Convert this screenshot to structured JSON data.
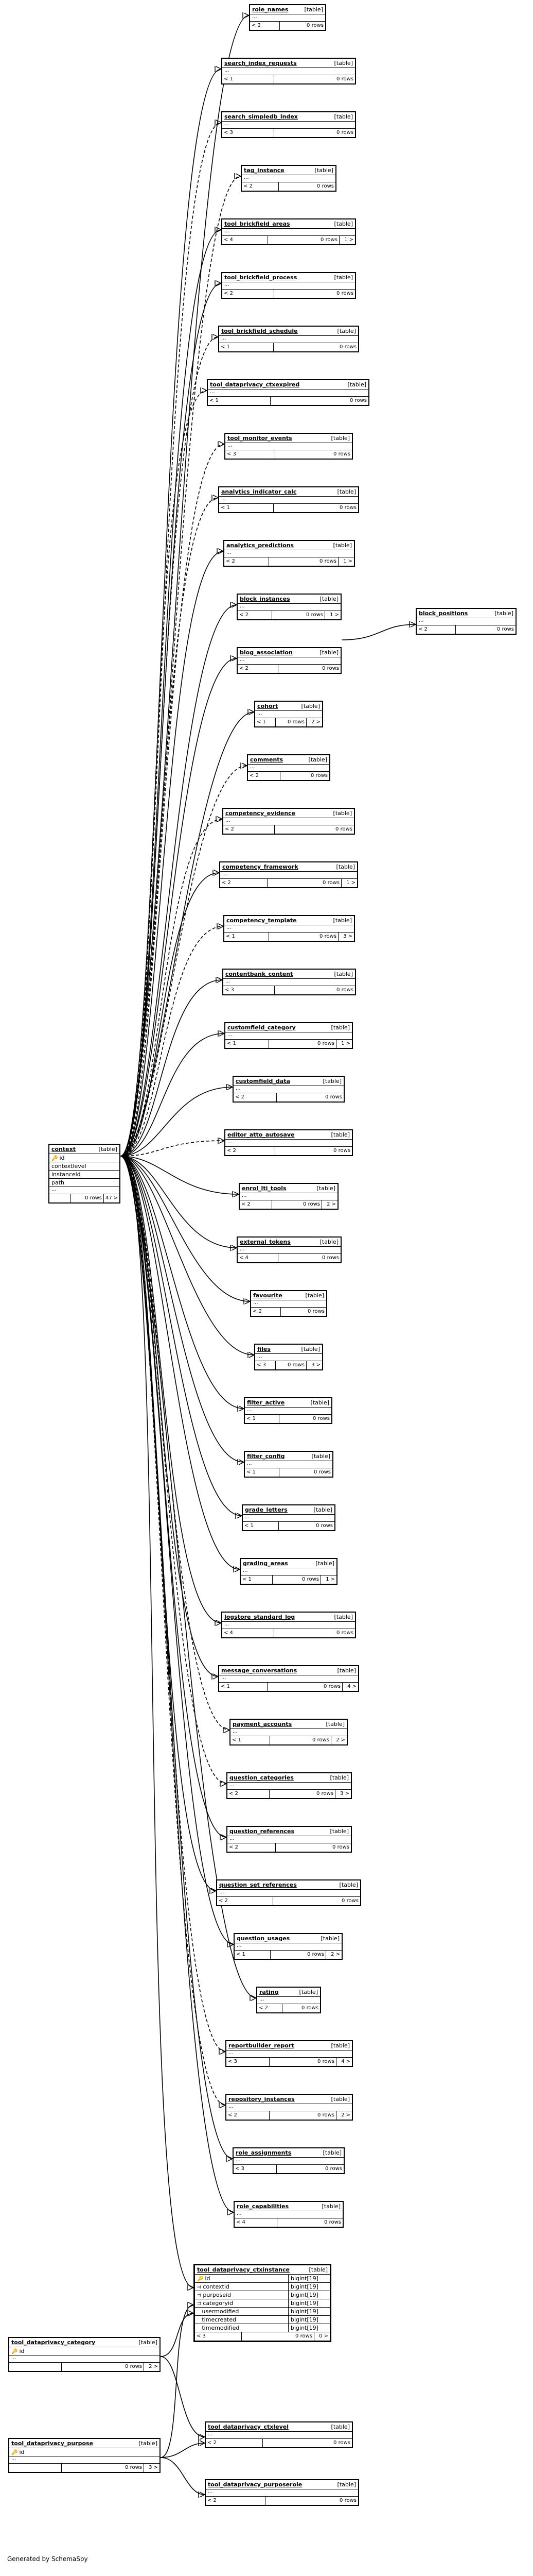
{
  "footer_text": "Generated by SchemaSpy",
  "type_label": "[table]",
  "ellipsis": "...",
  "tables": [
    {
      "name": "role_names",
      "parents": "< 2",
      "rows": "0 rows",
      "children": ""
    },
    {
      "name": "search_index_requests",
      "parents": "< 1",
      "rows": "0 rows",
      "children": ""
    },
    {
      "name": "search_simpledb_index",
      "parents": "< 3",
      "rows": "0 rows",
      "children": ""
    },
    {
      "name": "tag_instance",
      "parents": "< 2",
      "rows": "0 rows",
      "children": ""
    },
    {
      "name": "tool_brickfield_areas",
      "parents": "< 4",
      "rows": "0 rows",
      "children": "1 >"
    },
    {
      "name": "tool_brickfield_process",
      "parents": "< 2",
      "rows": "0 rows",
      "children": ""
    },
    {
      "name": "tool_brickfield_schedule",
      "parents": "< 1",
      "rows": "0 rows",
      "children": ""
    },
    {
      "name": "tool_dataprivacy_ctxexpired",
      "parents": "< 1",
      "rows": "0 rows",
      "children": ""
    },
    {
      "name": "tool_monitor_events",
      "parents": "< 3",
      "rows": "0 rows",
      "children": ""
    },
    {
      "name": "analytics_indicator_calc",
      "parents": "< 1",
      "rows": "0 rows",
      "children": ""
    },
    {
      "name": "analytics_predictions",
      "parents": "< 2",
      "rows": "0 rows",
      "children": "1 >"
    },
    {
      "name": "block_instances",
      "parents": "< 2",
      "rows": "0 rows",
      "children": "1 >"
    },
    {
      "name": "blog_association",
      "parents": "< 2",
      "rows": "0 rows",
      "children": ""
    },
    {
      "name": "cohort",
      "parents": "< 1",
      "rows": "0 rows",
      "children": "2 >"
    },
    {
      "name": "comments",
      "parents": "< 2",
      "rows": "0 rows",
      "children": ""
    },
    {
      "name": "competency_evidence",
      "parents": "< 2",
      "rows": "0 rows",
      "children": ""
    },
    {
      "name": "competency_framework",
      "parents": "< 2",
      "rows": "0 rows",
      "children": "1 >"
    },
    {
      "name": "competency_template",
      "parents": "< 1",
      "rows": "0 rows",
      "children": "3 >"
    },
    {
      "name": "contentbank_content",
      "parents": "< 3",
      "rows": "0 rows",
      "children": ""
    },
    {
      "name": "customfield_category",
      "parents": "< 1",
      "rows": "0 rows",
      "children": "1 >"
    },
    {
      "name": "customfield_data",
      "parents": "< 2",
      "rows": "0 rows",
      "children": ""
    },
    {
      "name": "editor_atto_autosave",
      "parents": "< 2",
      "rows": "0 rows",
      "children": ""
    },
    {
      "name": "enrol_lti_tools",
      "parents": "< 2",
      "rows": "0 rows",
      "children": "2 >"
    },
    {
      "name": "external_tokens",
      "parents": "< 4",
      "rows": "0 rows",
      "children": ""
    },
    {
      "name": "favourite",
      "parents": "< 2",
      "rows": "0 rows",
      "children": ""
    },
    {
      "name": "files",
      "parents": "< 3",
      "rows": "0 rows",
      "children": "3 >"
    },
    {
      "name": "filter_active",
      "parents": "< 1",
      "rows": "0 rows",
      "children": ""
    },
    {
      "name": "filter_config",
      "parents": "< 1",
      "rows": "0 rows",
      "children": ""
    },
    {
      "name": "grade_letters",
      "parents": "< 1",
      "rows": "0 rows",
      "children": ""
    },
    {
      "name": "grading_areas",
      "parents": "< 1",
      "rows": "0 rows",
      "children": "1 >"
    },
    {
      "name": "logstore_standard_log",
      "parents": "< 4",
      "rows": "0 rows",
      "children": ""
    },
    {
      "name": "message_conversations",
      "parents": "< 1",
      "rows": "0 rows",
      "children": "4 >"
    },
    {
      "name": "payment_accounts",
      "parents": "< 1",
      "rows": "0 rows",
      "children": "2 >"
    },
    {
      "name": "question_categories",
      "parents": "< 2",
      "rows": "0 rows",
      "children": "3 >"
    },
    {
      "name": "question_references",
      "parents": "< 2",
      "rows": "0 rows",
      "children": ""
    },
    {
      "name": "question_set_references",
      "parents": "< 2",
      "rows": "0 rows",
      "children": ""
    },
    {
      "name": "question_usages",
      "parents": "< 1",
      "rows": "0 rows",
      "children": "2 >"
    },
    {
      "name": "rating",
      "parents": "< 2",
      "rows": "0 rows",
      "children": ""
    },
    {
      "name": "reportbuilder_report",
      "parents": "< 3",
      "rows": "0 rows",
      "children": "4 >"
    },
    {
      "name": "repository_instances",
      "parents": "< 2",
      "rows": "0 rows",
      "children": "2 >"
    },
    {
      "name": "role_assignments",
      "parents": "< 3",
      "rows": "0 rows",
      "children": ""
    },
    {
      "name": "role_capabilities",
      "parents": "< 4",
      "rows": "0 rows",
      "children": ""
    }
  ],
  "block_positions": {
    "name": "block_positions",
    "parents": "< 2",
    "rows": "0 rows",
    "children": ""
  },
  "context": {
    "name": "context",
    "columns": [
      "id",
      "contextlevel",
      "instanceid",
      "path"
    ],
    "parents": "",
    "rows": "0 rows",
    "children": "47 >"
  },
  "ctxinstance": {
    "name": "tool_dataprivacy_ctxinstance",
    "columns": [
      {
        "name": "id",
        "type": "bigint[19]"
      },
      {
        "name": "contextid",
        "type": "bigint[19]"
      },
      {
        "name": "purposeid",
        "type": "bigint[19]"
      },
      {
        "name": "categoryid",
        "type": "bigint[19]"
      },
      {
        "name": "usermodified",
        "type": "bigint[19]"
      },
      {
        "name": "timecreated",
        "type": "bigint[19]"
      },
      {
        "name": "timemodified",
        "type": "bigint[19]"
      }
    ],
    "parents": "< 3",
    "rows": "0 rows",
    "children": "0 >"
  },
  "category": {
    "name": "tool_dataprivacy_category",
    "columns": [
      "id"
    ],
    "parents": "",
    "rows": "0 rows",
    "children": "2 >"
  },
  "purpose": {
    "name": "tool_dataprivacy_purpose",
    "columns": [
      "id"
    ],
    "parents": "",
    "rows": "0 rows",
    "children": "3 >"
  },
  "ctxlevel": {
    "name": "tool_dataprivacy_ctxlevel",
    "parents": "< 2",
    "rows": "0 rows",
    "children": ""
  },
  "purposerole": {
    "name": "tool_dataprivacy_purposerole",
    "parents": "< 2",
    "rows": "0 rows",
    "children": ""
  }
}
